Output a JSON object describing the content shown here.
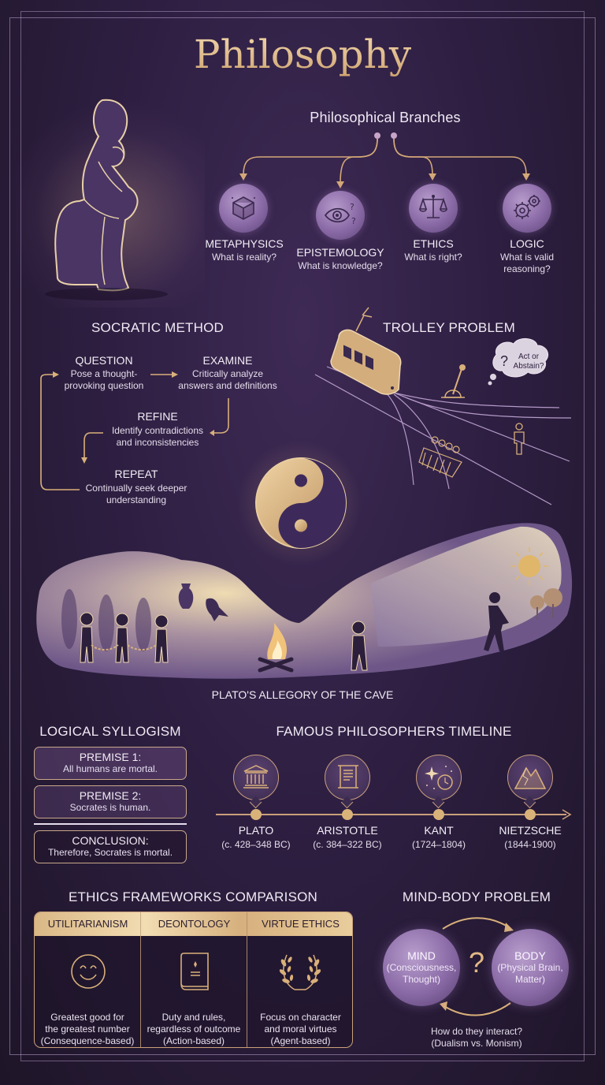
{
  "title": "Philosophy",
  "branches": {
    "title": "Philosophical Branches",
    "items": [
      {
        "name": "METAPHYSICS",
        "question": "What is reality?",
        "icon": "cube-icon"
      },
      {
        "name": "EPISTEMOLOGY",
        "question": "What is knowledge?",
        "icon": "eye-question-icon"
      },
      {
        "name": "ETHICS",
        "question": "What is right?",
        "icon": "scales-icon"
      },
      {
        "name": "LOGIC",
        "question_line1": "What is valid",
        "question_line2": "reasoning?",
        "icon": "gears-icon"
      }
    ]
  },
  "socratic": {
    "title": "SOCRATIC METHOD",
    "steps": [
      {
        "name": "QUESTION",
        "line1": "Pose a thought-",
        "line2": "provoking question"
      },
      {
        "name": "EXAMINE",
        "line1": "Critically analyze",
        "line2": "answers and definitions"
      },
      {
        "name": "REFINE",
        "line1": "Identify contradictions",
        "line2": "and inconsistencies"
      },
      {
        "name": "REPEAT",
        "line1": "Continually seek deeper",
        "line2": "understanding"
      }
    ]
  },
  "trolley": {
    "title": "TROLLEY PROBLEM",
    "bubble_q": "?",
    "bubble_line1": "Act or",
    "bubble_line2": "Abstain?"
  },
  "cave": {
    "caption": "PLATO'S ALLEGORY OF THE CAVE"
  },
  "syllogism": {
    "title": "LOGICAL SYLLOGISM",
    "premise1_label": "PREMISE 1:",
    "premise1_text": "All humans are mortal.",
    "premise2_label": "PREMISE 2:",
    "premise2_text": "Socrates is human.",
    "conclusion_label": "CONCLUSION:",
    "conclusion_text": "Therefore, Socrates is mortal."
  },
  "timeline": {
    "title": "FAMOUS PHILOSOPHERS TIMELINE",
    "philosophers": [
      {
        "name": "PLATO",
        "dates": "(c. 428–348 BC)",
        "icon": "temple-icon"
      },
      {
        "name": "ARISTOTLE",
        "dates": "(c. 384–322 BC)",
        "icon": "scroll-icon"
      },
      {
        "name": "KANT",
        "dates": "(1724–1804)",
        "icon": "stars-clock-icon"
      },
      {
        "name": "NIETZSCHE",
        "dates": "(1844-1900)",
        "icon": "mountain-icon"
      }
    ]
  },
  "ethics": {
    "title": "ETHICS FRAMEWORKS COMPARISON",
    "frameworks": [
      {
        "name": "UTILITARIANISM",
        "line1": "Greatest good for",
        "line2": "the greatest number",
        "line3": "(Consequence-based)",
        "icon": "smiley-icon"
      },
      {
        "name": "DEONTOLOGY",
        "line1": "Duty and rules,",
        "line2": "regardless of outcome",
        "line3": "(Action-based)",
        "icon": "book-icon"
      },
      {
        "name": "VIRTUE ETHICS",
        "line1": "Focus on character",
        "line2": "and moral virtues",
        "line3": "(Agent-based)",
        "icon": "laurel-icon"
      }
    ]
  },
  "mindbody": {
    "title": "MIND-BODY PROBLEM",
    "mind_label": "MIND",
    "mind_line1": "(Consciousness,",
    "mind_line2": "Thought)",
    "body_label": "BODY",
    "body_line1": "(Physical Brain,",
    "body_line2": "Matter)",
    "question": "?",
    "caption_line1": "How do they interact?",
    "caption_line2": "(Dualism vs. Monism)"
  },
  "colors": {
    "background": "#2e1f42",
    "gold": "#d9b07a",
    "lavender": "#8a6aa6",
    "text": "#ece4f0"
  }
}
